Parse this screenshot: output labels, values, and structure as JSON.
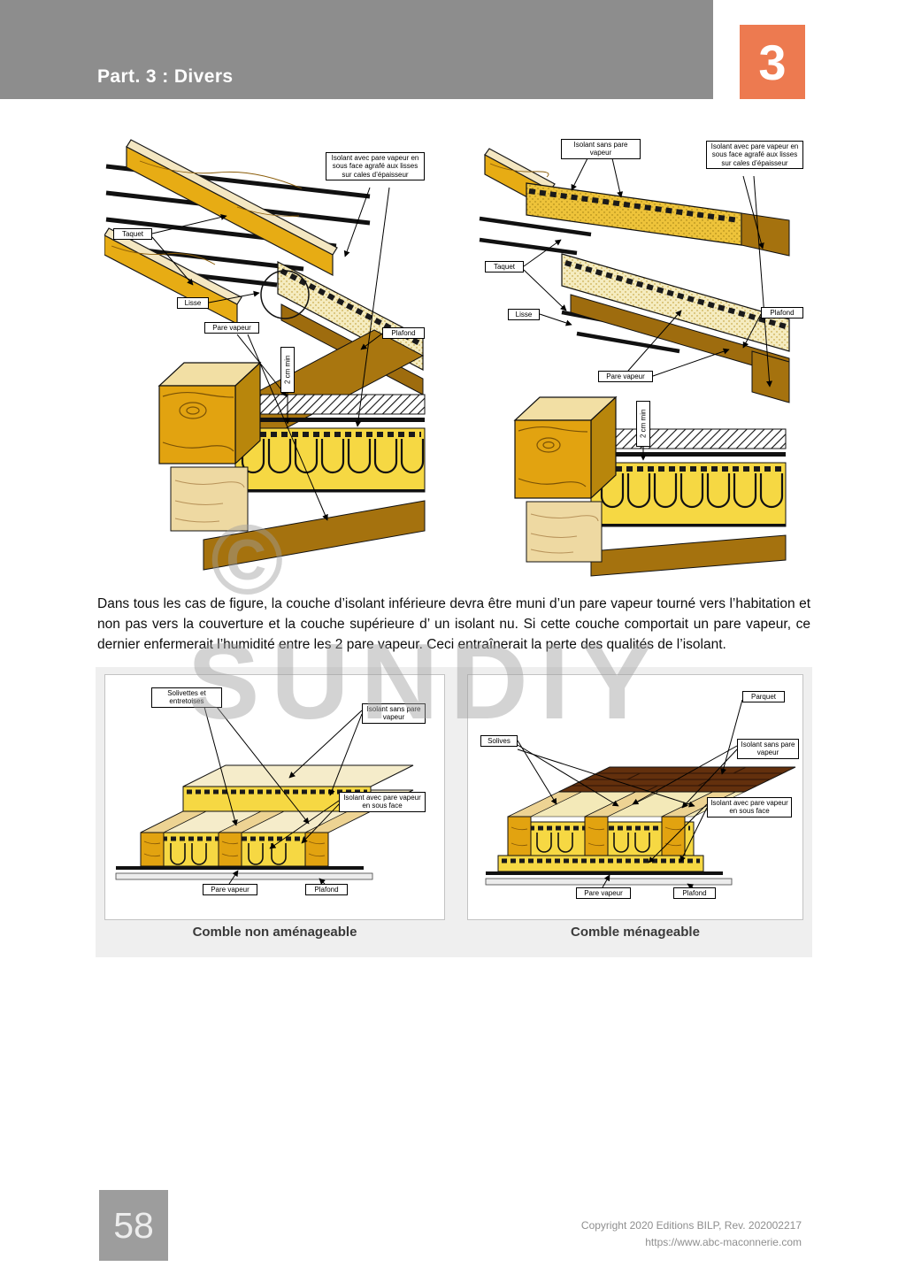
{
  "header": {
    "title": "Part. 3 : Divers",
    "chapter_number": "3"
  },
  "watermark": {
    "symbol": "©",
    "text": "SUNDIY"
  },
  "paragraph": "Dans tous les cas de figure, la couche d’isolant inférieure devra être muni d’un pare vapeur tourné vers l’habitation et non pas vers la couverture et la couche supérieure d’ un isolant nu. Si cette couche comportait un pare vapeur, ce dernier enfermerait l’humidité entre les 2 pare vapeur. Ceci entraînerait la perte des qualités de l’isolant.",
  "figures": {
    "top_left": {
      "labels": {
        "isolant_avec_pv": "Isolant avec pare vapeur en sous face agrafé aux lisses sur cales d’épaisseur",
        "taquet": "Taquet",
        "lisse": "Lisse",
        "pare_vapeur": "Pare vapeur",
        "plafond": "Plafond",
        "gap": "2 cm min"
      }
    },
    "top_right": {
      "labels": {
        "isolant_sans_pv": "Isolant sans pare vapeur",
        "isolant_avec_pv": "Isolant avec pare vapeur en sous face agrafé aux lisses sur cales d’épaisseur",
        "taquet": "Taquet",
        "lisse": "Lisse",
        "plafond": "Plafond",
        "pare_vapeur": "Pare vapeur",
        "gap": "2 cm min"
      }
    },
    "bottom_left": {
      "caption": "Comble non aménageable",
      "labels": {
        "solivettes": "Solivettes et entretoises",
        "isolant_sans_pv": "Isolant sans pare vapeur",
        "isolant_avec_pv": "Isolant avec pare vapeur en sous face",
        "pare_vapeur": "Pare vapeur",
        "plafond": "Plafond"
      }
    },
    "bottom_right": {
      "caption": "Comble ménageable",
      "labels": {
        "solives": "Solives",
        "parquet": "Parquet",
        "isolant_sans_pv": "Isolant sans pare vapeur",
        "isolant_avec_pv": "Isolant avec pare vapeur en sous face",
        "pare_vapeur": "Pare vapeur",
        "plafond": "Plafond"
      }
    }
  },
  "footer": {
    "page_number": "58",
    "copyright": "Copyright 2020 Editions BILP, Rev. 202002217",
    "url": "https://www.abc-maconnerie.com"
  },
  "colors": {
    "header_gray": "#8d8d8d",
    "accent_orange": "#ed7a50",
    "wood_gold": "#e2a310",
    "insulation_yellow": "#f6d843",
    "vapor_barrier_brown": "#9e6c0e"
  }
}
